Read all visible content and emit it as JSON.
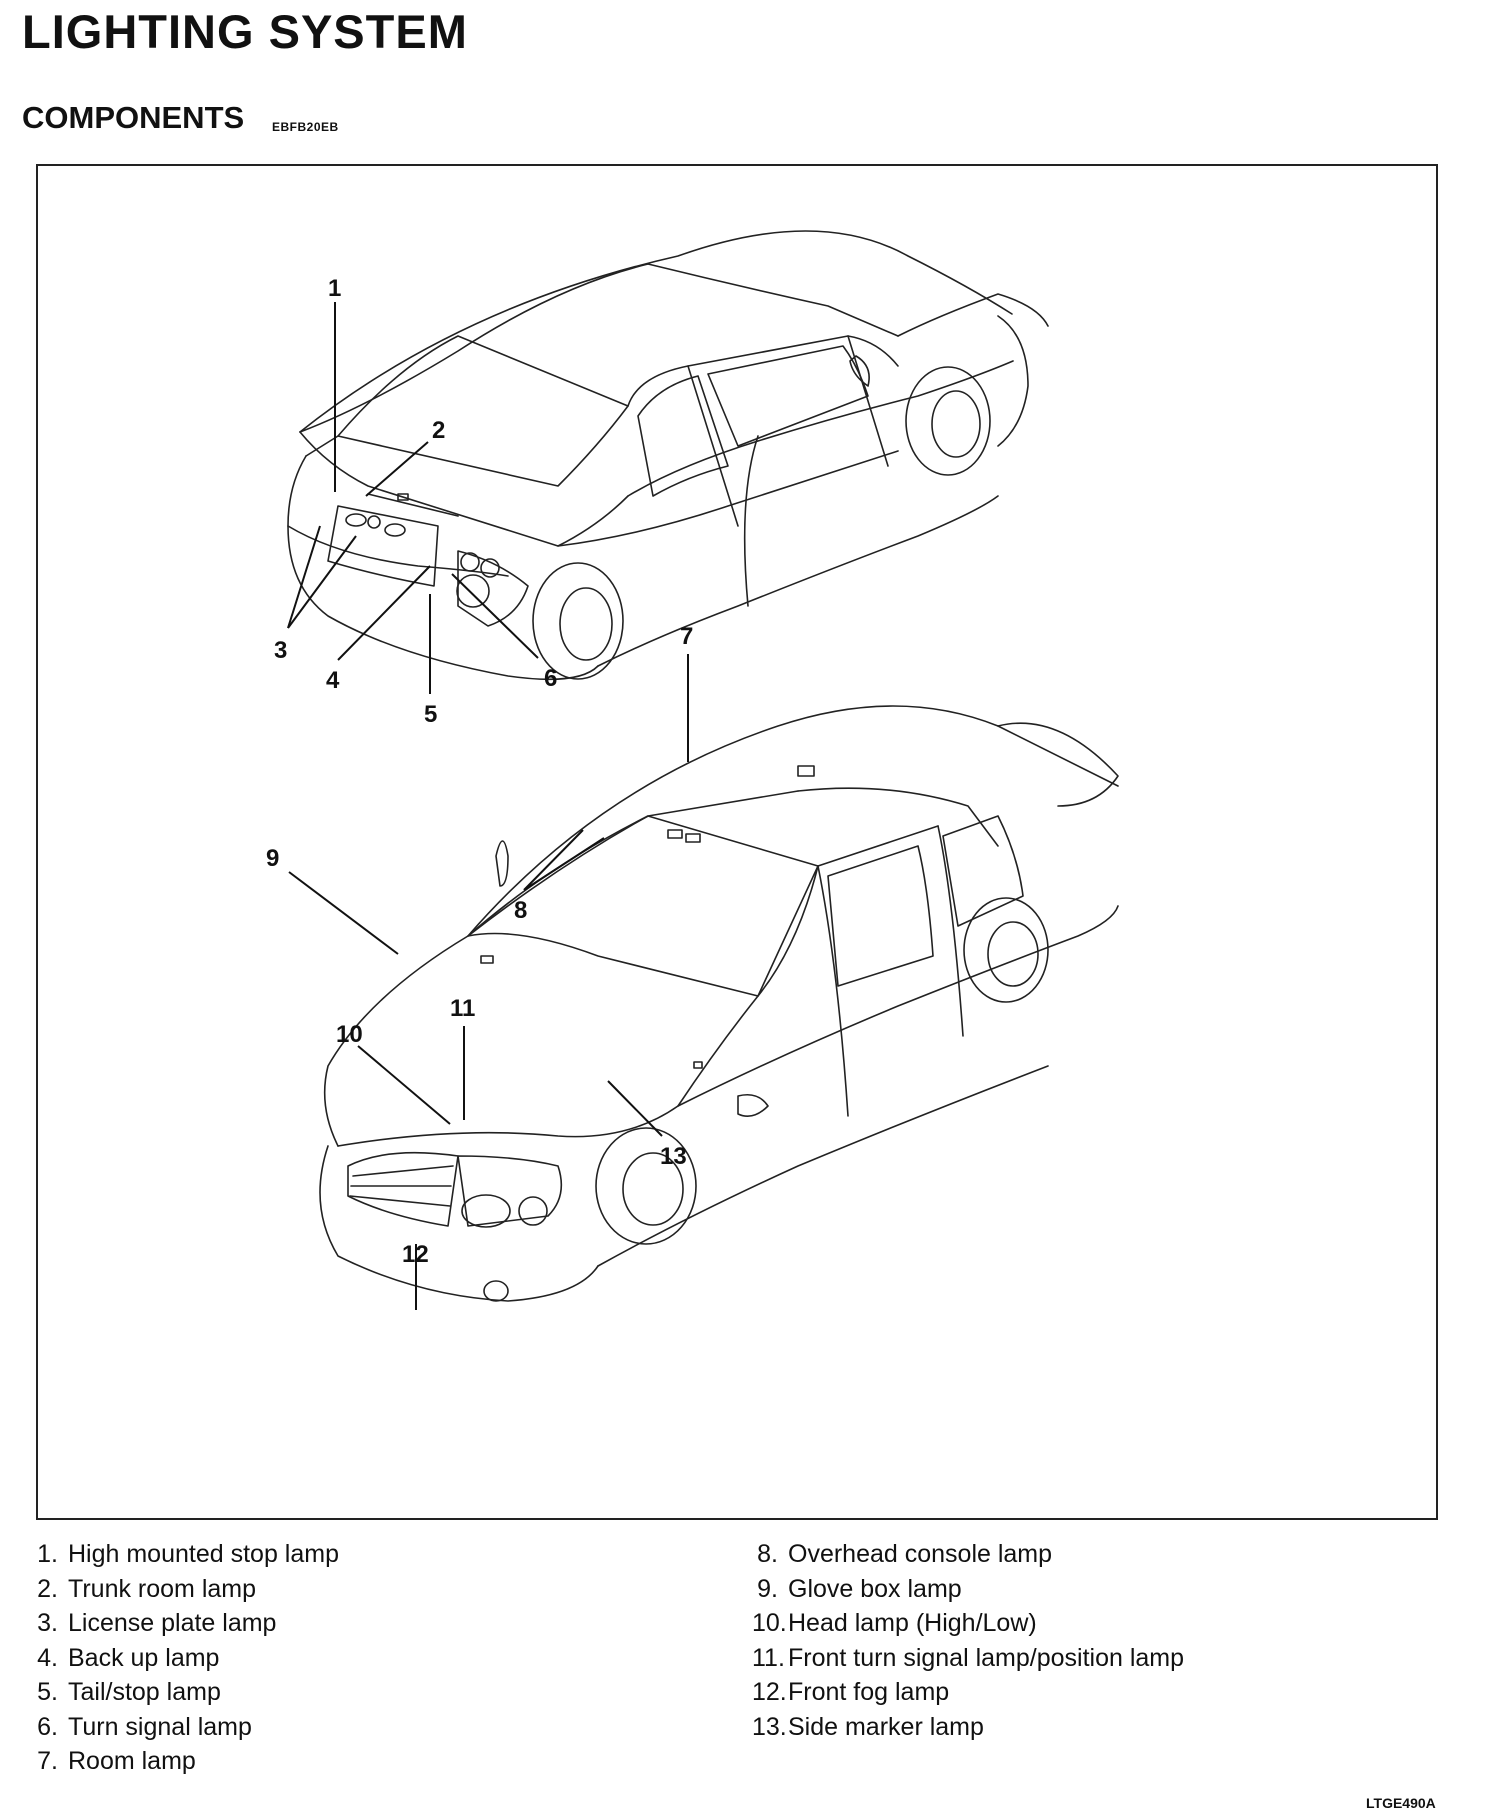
{
  "header": {
    "title": "LIGHTING SYSTEM",
    "section": "COMPONENTS",
    "section_code": "EBFB20EB"
  },
  "diagram": {
    "callouts": [
      "1",
      "2",
      "3",
      "4",
      "5",
      "6",
      "7",
      "8",
      "9",
      "10",
      "11",
      "12",
      "13"
    ]
  },
  "legend": {
    "left": [
      {
        "num": "1.",
        "label": "High mounted stop lamp"
      },
      {
        "num": "2.",
        "label": "Trunk room lamp"
      },
      {
        "num": "3.",
        "label": "License plate lamp"
      },
      {
        "num": "4.",
        "label": "Back up lamp"
      },
      {
        "num": "5.",
        "label": "Tail/stop lamp"
      },
      {
        "num": "6.",
        "label": "Turn signal lamp"
      },
      {
        "num": "7.",
        "label": "Room lamp"
      }
    ],
    "right": [
      {
        "num": "8.",
        "label": "Overhead console lamp"
      },
      {
        "num": "9.",
        "label": "Glove box lamp"
      },
      {
        "num": "10.",
        "label": "Head lamp (High/Low)"
      },
      {
        "num": "11.",
        "label": "Front turn signal lamp/position lamp"
      },
      {
        "num": "12.",
        "label": "Front fog lamp"
      },
      {
        "num": "13.",
        "label": "Side marker lamp"
      }
    ]
  },
  "figure_code": "LTGE490A"
}
